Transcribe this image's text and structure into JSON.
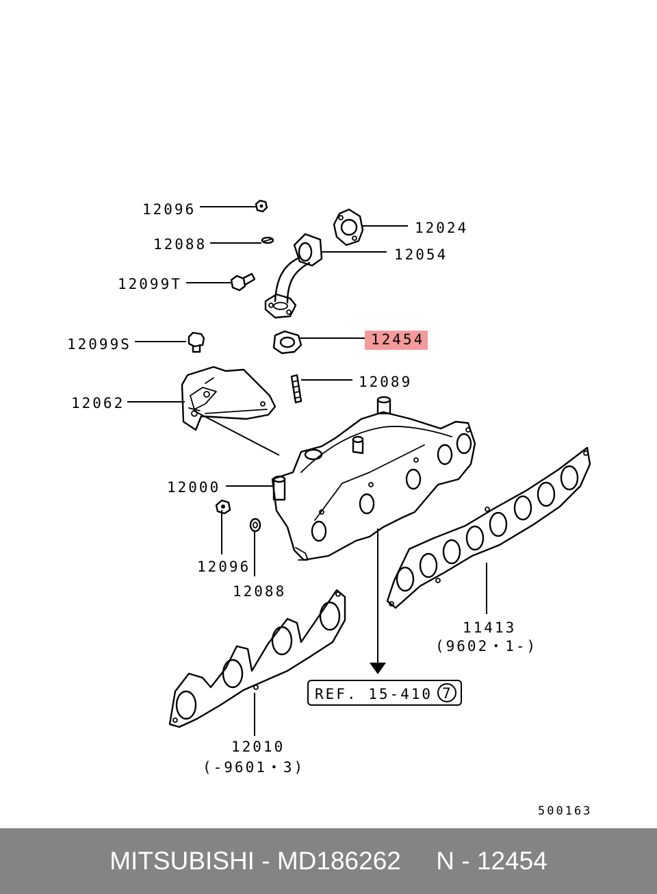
{
  "parts": {
    "p12096_top": "12096",
    "p12088_top": "12088",
    "p12099T": "12099T",
    "p12099S": "12099S",
    "p12062": "12062",
    "p12024": "12024",
    "p12054": "12054",
    "p12454": "12454",
    "p12089": "12089",
    "p12000": "12000",
    "p12096_bottom": "12096",
    "p12088_bottom": "12088",
    "p11413": "11413",
    "p11413_range": "(9602・1-)",
    "p12010": "12010",
    "p12010_range": "(-9601・3)"
  },
  "reference": {
    "text": "REF. 15-410",
    "circle": "7"
  },
  "diagram_code": "500163",
  "highlight_color": "#f59a9a",
  "footer": {
    "brand": "MITSUBISHI",
    "part_number": "MD186262",
    "note": "N - 12454"
  }
}
